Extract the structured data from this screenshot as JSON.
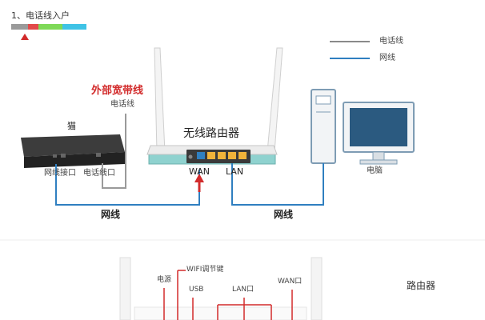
{
  "header": {
    "title": "1、电话线入户",
    "bar_colors": [
      "#9a9a9a",
      "#e24a4a",
      "#7ed957",
      "#3fc3e6"
    ]
  },
  "legend": {
    "items": [
      {
        "label": "电话线",
        "color": "#8a8a8a"
      },
      {
        "label": "网线",
        "color": "#2f7fc0"
      }
    ]
  },
  "callout": {
    "title": "外部宽带线",
    "subtitle": "电话线",
    "color": "#d22b2b"
  },
  "modem": {
    "name": "猫",
    "port_network": "网线接口",
    "port_phone": "电话线口"
  },
  "router": {
    "name": "无线路由器",
    "port_wan": "WAN",
    "port_lan": "LAN"
  },
  "computer": {
    "name": "电脑"
  },
  "cables": {
    "left": "网线",
    "right": "网线"
  },
  "bottom": {
    "labels": {
      "power": "电源",
      "wifi": "WIFI调节键",
      "usb": "USB",
      "lan": "LAN口",
      "wan": "WAN口"
    },
    "title": "路由器"
  }
}
